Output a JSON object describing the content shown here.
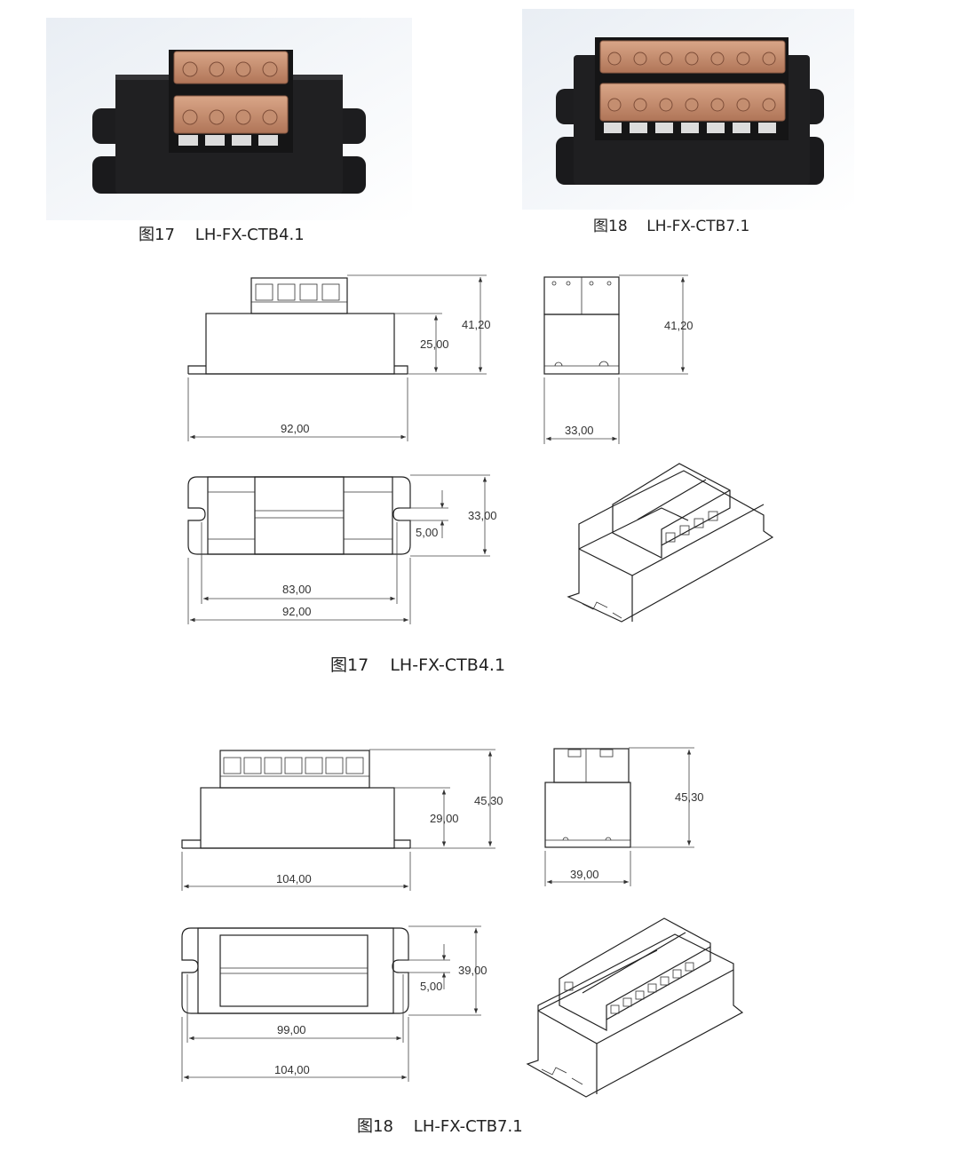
{
  "photos": {
    "left_caption": "图17    LH-FX-CTB4.1",
    "right_caption": "图18    LH-FX-CTB7.1"
  },
  "drawing_ctb4": {
    "caption": "图17    LH-FX-CTB4.1",
    "front_total_height": "41,20",
    "front_body_height": "25,00",
    "front_width": "92,00",
    "side_total_height": "41,20",
    "side_width": "33,00",
    "top_depth": "33,00",
    "top_slot": "5,00",
    "top_hole_spacing": "83,00",
    "top_width": "92,00"
  },
  "drawing_ctb7": {
    "caption": "图18    LH-FX-CTB7.1",
    "front_total_height": "45,30",
    "front_body_height": "29,00",
    "front_width": "104,00",
    "side_total_height": "45,30",
    "side_width": "39,00",
    "top_depth": "39,00",
    "top_slot": "5,00",
    "top_hole_spacing": "99,00",
    "top_width": "104,00"
  }
}
